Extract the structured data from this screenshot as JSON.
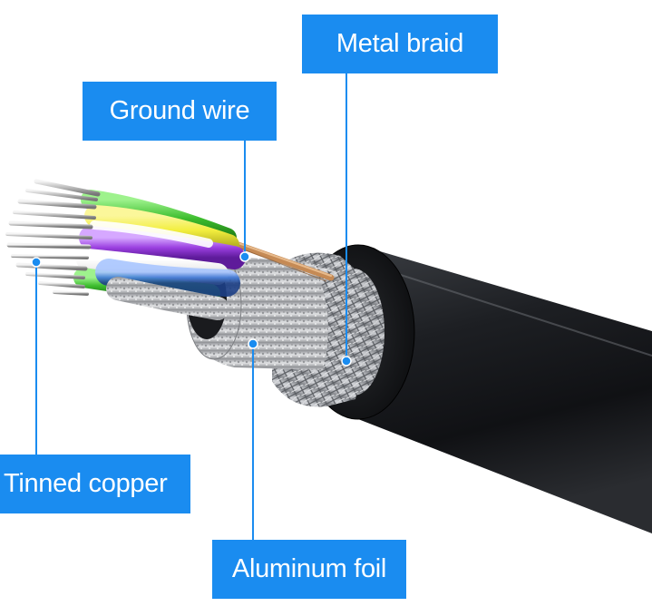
{
  "callouts": {
    "metal_braid": "Metal braid",
    "ground_wire": "Ground wire",
    "tinned_copper": "Tinned copper",
    "aluminum_foil": "Aluminum foil"
  },
  "colors": {
    "callout_bg": "#1a8cf0",
    "callout_text": "#ffffff",
    "jacket": "#1b1d20",
    "wire_yellow": "#f2ee3e",
    "wire_purple": "#9b3fe0",
    "wire_green": "#3dbd2e",
    "wire_white": "#f2f2f2",
    "wire_blue_foil": "#3f78d8",
    "copper": "#c58a55"
  }
}
